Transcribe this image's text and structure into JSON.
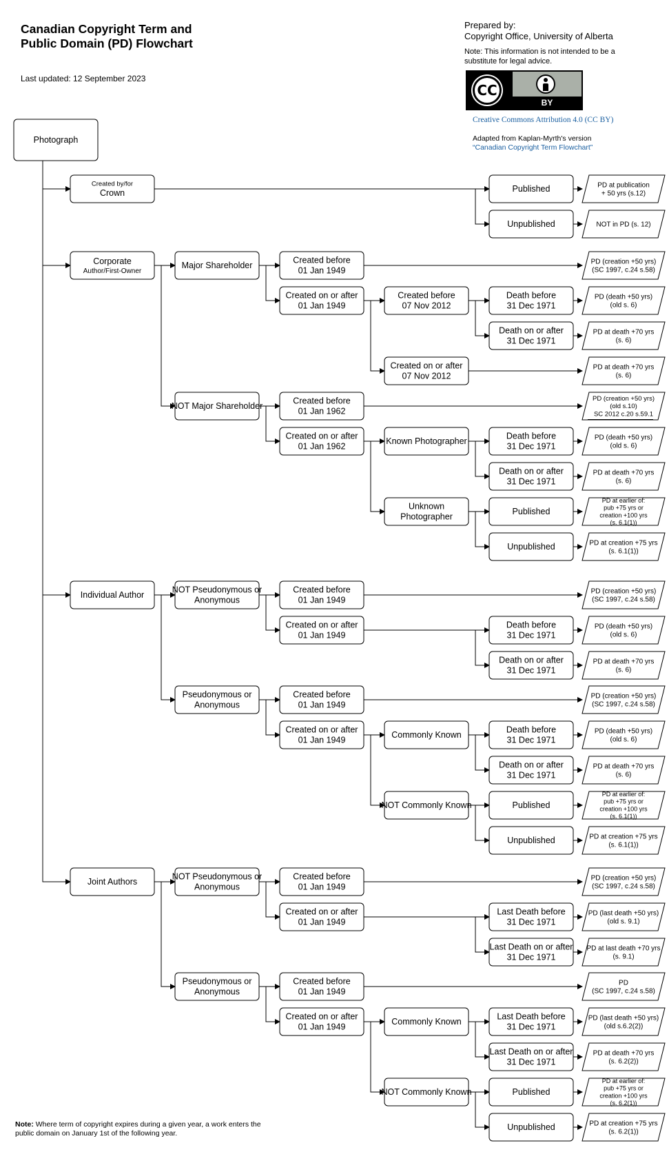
{
  "header": {
    "title": "Canadian Copyright Term and Public Domain (PD) Flowchart",
    "updated": "Last updated: 12 September 2023",
    "prepared_by": "Prepared by:",
    "office": "Copyright Office, University of Alberta",
    "disclaimer": "Note:  This information is not intended to be a substitute for legal advice.",
    "license_badge": {
      "cc": "CC",
      "by": "BY",
      "colors": {
        "badge": "#aab0a8",
        "link": "#1a5fa0"
      }
    },
    "license_link": "Creative Commons Attribution 4.0 (CC BY)",
    "adapted_prefix": "Adapted from Kaplan-Myrth's version",
    "adapted_link": "“Canadian Copyright Term Flowchart”"
  },
  "note": {
    "bold": "Note:",
    "text": " Where term of copyright expires during a given year, a work enters the public domain on January 1st of the following year."
  },
  "nodes": [
    {
      "id": "photo",
      "lines": [
        "Photograph"
      ]
    },
    {
      "id": "crown",
      "lines": [
        "Created by/for",
        "Crown"
      ]
    },
    {
      "id": "crown-pub",
      "lines": [
        "Published"
      ]
    },
    {
      "id": "crown-pub-r",
      "lines": [
        "PD at publication",
        "+ 50 yrs (s.12)"
      ]
    },
    {
      "id": "crown-unpub",
      "lines": [
        "Unpublished"
      ]
    },
    {
      "id": "crown-unpub-r",
      "lines": [
        "NOT in PD (s. 12)"
      ]
    },
    {
      "id": "corp",
      "lines": [
        "Corporate",
        "Author/First-Owner"
      ]
    },
    {
      "id": "major",
      "lines": [
        "Major Shareholder"
      ]
    },
    {
      "id": "major-b1949",
      "lines": [
        "Created before",
        "01 Jan 1949"
      ]
    },
    {
      "id": "major-b1949-r",
      "lines": [
        "PD (creation +50 yrs)",
        "(SC 1997, c.24 s.58)"
      ]
    },
    {
      "id": "major-a1949",
      "lines": [
        "Created on or after",
        "01 Jan 1949"
      ]
    },
    {
      "id": "major-b2012",
      "lines": [
        "Created before",
        "07 Nov 2012"
      ]
    },
    {
      "id": "major-b2012-db",
      "lines": [
        "Death before",
        "31 Dec 1971"
      ]
    },
    {
      "id": "major-b2012-db-r",
      "lines": [
        "PD (death +50 yrs)",
        "(old s. 6)"
      ]
    },
    {
      "id": "major-b2012-da",
      "lines": [
        "Death on or after",
        "31 Dec 1971"
      ]
    },
    {
      "id": "major-b2012-da-r",
      "lines": [
        "PD at death +70 yrs",
        "(s. 6)"
      ]
    },
    {
      "id": "major-a2012",
      "lines": [
        "Created on or after",
        "07 Nov 2012"
      ]
    },
    {
      "id": "major-a2012-r",
      "lines": [
        "PD at death +70 yrs",
        "(s. 6)"
      ]
    },
    {
      "id": "notmajor",
      "lines": [
        "NOT Major Shareholder"
      ]
    },
    {
      "id": "nm-b1962",
      "lines": [
        "Created before",
        "01 Jan 1962"
      ]
    },
    {
      "id": "nm-b1962-r",
      "lines": [
        "PD (creation +50 yrs)",
        "(old s.10)",
        "SC 2012 c.20 s.59.1"
      ]
    },
    {
      "id": "nm-a1962",
      "lines": [
        "Created on or after",
        "01 Jan 1962"
      ]
    },
    {
      "id": "known",
      "lines": [
        "Known Photographer"
      ]
    },
    {
      "id": "known-db",
      "lines": [
        "Death before",
        "31 Dec 1971"
      ]
    },
    {
      "id": "known-db-r",
      "lines": [
        "PD (death +50 yrs)",
        "(old s. 6)"
      ]
    },
    {
      "id": "known-da",
      "lines": [
        "Death on or after",
        "31 Dec 1971"
      ]
    },
    {
      "id": "known-da-r",
      "lines": [
        "PD at death +70 yrs",
        "(s. 6)"
      ]
    },
    {
      "id": "unknown",
      "lines": [
        "Unknown",
        "Photographer"
      ]
    },
    {
      "id": "unknown-pub",
      "lines": [
        "Published"
      ]
    },
    {
      "id": "unknown-pub-r",
      "lines": [
        "PD at earlier of:",
        "pub +75 yrs or",
        "creation +100 yrs",
        "(s. 6.1(1))"
      ]
    },
    {
      "id": "unknown-unpub",
      "lines": [
        "Unpublished"
      ]
    },
    {
      "id": "unknown-unpub-r",
      "lines": [
        "PD at creation +75 yrs",
        "(s. 6.1(1))"
      ]
    },
    {
      "id": "indiv",
      "lines": [
        "Individual Author"
      ]
    },
    {
      "id": "ind-np",
      "lines": [
        "NOT Pseudonymous or",
        "Anonymous"
      ]
    },
    {
      "id": "ind-np-b",
      "lines": [
        "Created before",
        "01 Jan 1949"
      ]
    },
    {
      "id": "ind-np-b-r",
      "lines": [
        "PD (creation +50 yrs)",
        "(SC 1997, c.24 s.58)"
      ]
    },
    {
      "id": "ind-np-a",
      "lines": [
        "Created on or after",
        "01 Jan 1949"
      ]
    },
    {
      "id": "ind-np-db",
      "lines": [
        "Death before",
        "31 Dec 1971"
      ]
    },
    {
      "id": "ind-np-db-r",
      "lines": [
        "PD (death +50 yrs)",
        "(old s. 6)"
      ]
    },
    {
      "id": "ind-np-da",
      "lines": [
        "Death on or after",
        "31 Dec 1971"
      ]
    },
    {
      "id": "ind-np-da-r",
      "lines": [
        "PD at death +70 yrs",
        "(s. 6)"
      ]
    },
    {
      "id": "ind-p",
      "lines": [
        "Pseudonymous or",
        "Anonymous"
      ]
    },
    {
      "id": "ind-p-b",
      "lines": [
        "Created before",
        "01 Jan 1949"
      ]
    },
    {
      "id": "ind-p-b-r",
      "lines": [
        "PD (creation +50 yrs)",
        "(SC 1997, c.24 s.58)"
      ]
    },
    {
      "id": "ind-p-a",
      "lines": [
        "Created on or after",
        "01 Jan 1949"
      ]
    },
    {
      "id": "ind-ck",
      "lines": [
        "Commonly Known"
      ]
    },
    {
      "id": "ind-ck-db",
      "lines": [
        "Death before",
        "31 Dec 1971"
      ]
    },
    {
      "id": "ind-ck-db-r",
      "lines": [
        "PD (death +50 yrs)",
        "(old s. 6)"
      ]
    },
    {
      "id": "ind-ck-da",
      "lines": [
        "Death on or after",
        "31 Dec 1971"
      ]
    },
    {
      "id": "ind-ck-da-r",
      "lines": [
        "PD at death +70 yrs",
        "(s. 6)"
      ]
    },
    {
      "id": "ind-nck",
      "lines": [
        "NOT Commonly Known"
      ]
    },
    {
      "id": "ind-nck-pub",
      "lines": [
        "Published"
      ]
    },
    {
      "id": "ind-nck-pub-r",
      "lines": [
        "PD at earlier of:",
        "pub +75 yrs or",
        "creation +100 yrs",
        "(s. 6.1(1))"
      ]
    },
    {
      "id": "ind-nck-unpub",
      "lines": [
        "Unpublished"
      ]
    },
    {
      "id": "ind-nck-unpub-r",
      "lines": [
        "PD at creation +75 yrs",
        "(s. 6.1(1))"
      ]
    },
    {
      "id": "joint",
      "lines": [
        "Joint Authors"
      ]
    },
    {
      "id": "jt-np",
      "lines": [
        "NOT Pseudonymous or",
        "Anonymous"
      ]
    },
    {
      "id": "jt-np-b",
      "lines": [
        "Created before",
        "01 Jan 1949"
      ]
    },
    {
      "id": "jt-np-b-r",
      "lines": [
        "PD (creation +50 yrs)",
        "(SC 1997, c.24 s.58)"
      ]
    },
    {
      "id": "jt-np-a",
      "lines": [
        "Created on or after",
        "01 Jan 1949"
      ]
    },
    {
      "id": "jt-np-ldb",
      "lines": [
        "Last Death before",
        "31 Dec 1971"
      ]
    },
    {
      "id": "jt-np-ldb-r",
      "lines": [
        "PD (last death +50 yrs)",
        "(old s. 9.1)"
      ]
    },
    {
      "id": "jt-np-lda",
      "lines": [
        "Last Death on or after",
        "31 Dec 1971"
      ]
    },
    {
      "id": "jt-np-lda-r",
      "lines": [
        "PD at last death +70 yrs",
        "(s. 9.1)"
      ]
    },
    {
      "id": "jt-p",
      "lines": [
        "Pseudonymous or",
        "Anonymous"
      ]
    },
    {
      "id": "jt-p-b",
      "lines": [
        "Created before",
        "01 Jan 1949"
      ]
    },
    {
      "id": "jt-p-b-r",
      "lines": [
        "PD",
        "(SC 1997, c.24 s.58)"
      ]
    },
    {
      "id": "jt-p-a",
      "lines": [
        "Created on or after",
        "01 Jan 1949"
      ]
    },
    {
      "id": "jt-ck",
      "lines": [
        "Commonly Known"
      ]
    },
    {
      "id": "jt-ck-ldb",
      "lines": [
        "Last Death before",
        "31 Dec 1971"
      ]
    },
    {
      "id": "jt-ck-ldb-r",
      "lines": [
        "PD (last death +50 yrs)",
        "(old s.6.2(2))"
      ]
    },
    {
      "id": "jt-ck-lda",
      "lines": [
        "Last Death on or after",
        "31 Dec 1971"
      ]
    },
    {
      "id": "jt-ck-lda-r",
      "lines": [
        "PD at death +70 yrs",
        "(s. 6.2(2))"
      ]
    },
    {
      "id": "jt-nck",
      "lines": [
        "NOT Commonly Known"
      ]
    },
    {
      "id": "jt-nck-pub",
      "lines": [
        "Published"
      ]
    },
    {
      "id": "jt-nck-pub-r",
      "lines": [
        "PD at earlier of:",
        "pub +75 yrs or",
        "creation +100 yrs",
        "(s. 6.2(1))"
      ]
    },
    {
      "id": "jt-nck-unpub",
      "lines": [
        "Unpublished"
      ]
    },
    {
      "id": "jt-nck-unpub-r",
      "lines": [
        "PD at creation +75 yrs",
        "(s. 6.2(1))"
      ]
    }
  ],
  "edges": [
    [
      "photo",
      "crown"
    ],
    [
      "photo",
      "corp"
    ],
    [
      "photo",
      "indiv"
    ],
    [
      "photo",
      "joint"
    ],
    [
      "crown",
      "crown-pub"
    ],
    [
      "crown",
      "crown-unpub"
    ],
    [
      "crown-pub",
      "crown-pub-r"
    ],
    [
      "crown-unpub",
      "crown-unpub-r"
    ],
    [
      "corp",
      "major"
    ],
    [
      "corp",
      "notmajor"
    ],
    [
      "major",
      "major-b1949"
    ],
    [
      "major",
      "major-a1949"
    ],
    [
      "major-b1949",
      "major-b1949-r"
    ],
    [
      "major-a1949",
      "major-b2012"
    ],
    [
      "major-a1949",
      "major-a2012"
    ],
    [
      "major-b2012",
      "major-b2012-db"
    ],
    [
      "major-b2012",
      "major-b2012-da"
    ],
    [
      "major-b2012-db",
      "major-b2012-db-r"
    ],
    [
      "major-b2012-da",
      "major-b2012-da-r"
    ],
    [
      "major-a2012",
      "major-a2012-r"
    ],
    [
      "notmajor",
      "nm-b1962"
    ],
    [
      "notmajor",
      "nm-a1962"
    ],
    [
      "nm-b1962",
      "nm-b1962-r"
    ],
    [
      "nm-a1962",
      "known"
    ],
    [
      "nm-a1962",
      "unknown"
    ],
    [
      "known",
      "known-db"
    ],
    [
      "known",
      "known-da"
    ],
    [
      "known-db",
      "known-db-r"
    ],
    [
      "known-da",
      "known-da-r"
    ],
    [
      "unknown",
      "unknown-pub"
    ],
    [
      "unknown",
      "unknown-unpub"
    ],
    [
      "unknown-pub",
      "unknown-pub-r"
    ],
    [
      "unknown-unpub",
      "unknown-unpub-r"
    ],
    [
      "indiv",
      "ind-np"
    ],
    [
      "indiv",
      "ind-p"
    ],
    [
      "ind-np",
      "ind-np-b"
    ],
    [
      "ind-np",
      "ind-np-a"
    ],
    [
      "ind-np-b",
      "ind-np-b-r"
    ],
    [
      "ind-np-a",
      "ind-np-db"
    ],
    [
      "ind-np-a",
      "ind-np-da"
    ],
    [
      "ind-np-db",
      "ind-np-db-r"
    ],
    [
      "ind-np-da",
      "ind-np-da-r"
    ],
    [
      "ind-p",
      "ind-p-b"
    ],
    [
      "ind-p",
      "ind-p-a"
    ],
    [
      "ind-p-b",
      "ind-p-b-r"
    ],
    [
      "ind-p-a",
      "ind-ck"
    ],
    [
      "ind-p-a",
      "ind-nck"
    ],
    [
      "ind-ck",
      "ind-ck-db"
    ],
    [
      "ind-ck",
      "ind-ck-da"
    ],
    [
      "ind-ck-db",
      "ind-ck-db-r"
    ],
    [
      "ind-ck-da",
      "ind-ck-da-r"
    ],
    [
      "ind-nck",
      "ind-nck-pub"
    ],
    [
      "ind-nck",
      "ind-nck-unpub"
    ],
    [
      "ind-nck-pub",
      "ind-nck-pub-r"
    ],
    [
      "ind-nck-unpub",
      "ind-nck-unpub-r"
    ],
    [
      "joint",
      "jt-np"
    ],
    [
      "joint",
      "jt-p"
    ],
    [
      "jt-np",
      "jt-np-b"
    ],
    [
      "jt-np",
      "jt-np-a"
    ],
    [
      "jt-np-b",
      "jt-np-b-r"
    ],
    [
      "jt-np-a",
      "jt-np-ldb"
    ],
    [
      "jt-np-a",
      "jt-np-lda"
    ],
    [
      "jt-np-ldb",
      "jt-np-ldb-r"
    ],
    [
      "jt-np-lda",
      "jt-np-lda-r"
    ],
    [
      "jt-p",
      "jt-p-b"
    ],
    [
      "jt-p",
      "jt-p-a"
    ],
    [
      "jt-p-b",
      "jt-p-b-r"
    ],
    [
      "jt-p-a",
      "jt-ck"
    ],
    [
      "jt-p-a",
      "jt-nck"
    ],
    [
      "jt-ck",
      "jt-ck-ldb"
    ],
    [
      "jt-ck",
      "jt-ck-lda"
    ],
    [
      "jt-ck-ldb",
      "jt-ck-ldb-r"
    ],
    [
      "jt-ck-lda",
      "jt-ck-lda-r"
    ],
    [
      "jt-nck",
      "jt-nck-pub"
    ],
    [
      "jt-nck",
      "jt-nck-unpub"
    ],
    [
      "jt-nck-pub",
      "jt-nck-pub-r"
    ],
    [
      "jt-nck-unpub",
      "jt-nck-unpub-r"
    ]
  ]
}
